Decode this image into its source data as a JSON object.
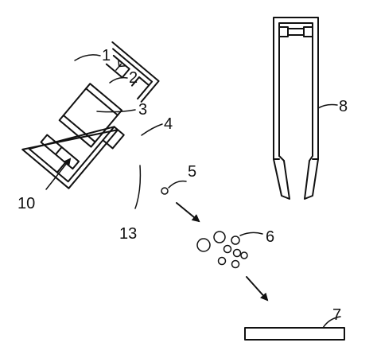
{
  "labels": {
    "l1": "1",
    "l2": "2",
    "l3": "3",
    "l4": "4",
    "l5": "5",
    "l6": "6",
    "l7": "7",
    "l8": "8",
    "l10": "10",
    "l13": "13"
  },
  "colors": {
    "ink": "#111111",
    "background": "#ffffff"
  }
}
